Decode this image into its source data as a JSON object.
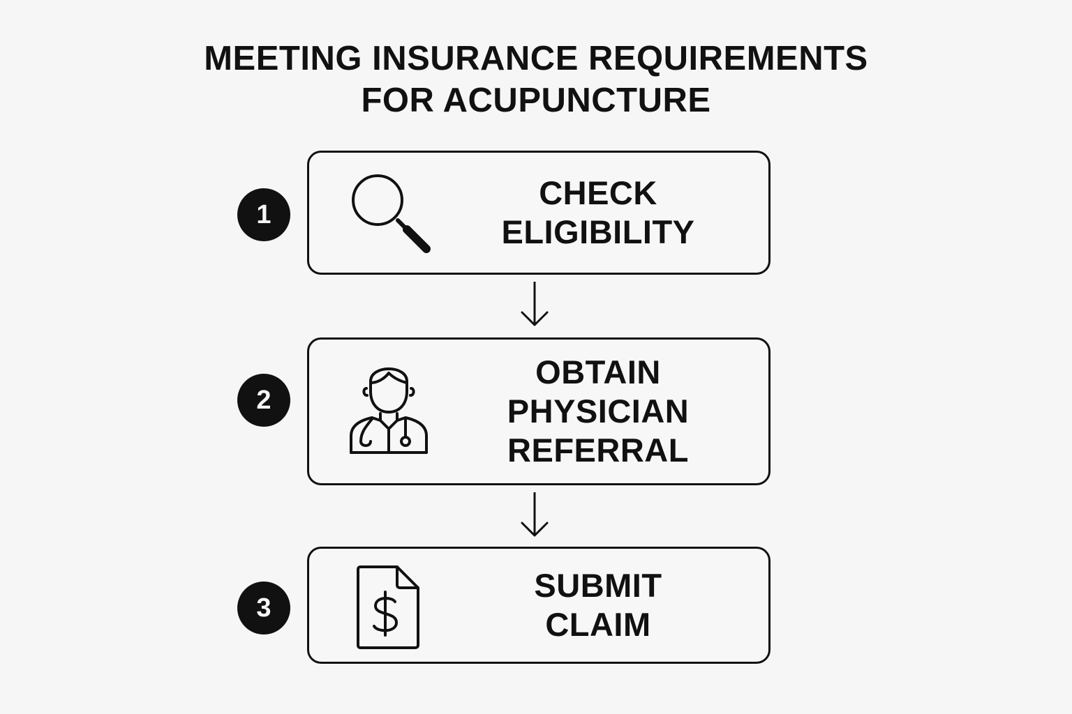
{
  "title": {
    "line1": "MEETING INSURANCE REQUIREMENTS",
    "line2": "FOR ACUPUNCTURE"
  },
  "steps": [
    {
      "number": "1",
      "icon": "magnifying-glass-icon",
      "label_lines": [
        "CHECK",
        "ELIGIBILITY"
      ]
    },
    {
      "number": "2",
      "icon": "physician-icon",
      "label_lines": [
        "OBTAIN",
        "PHYSICIAN",
        "REFERRAL"
      ]
    },
    {
      "number": "3",
      "icon": "dollar-document-icon",
      "label_lines": [
        "SUBMIT",
        "CLAIM"
      ]
    }
  ],
  "colors": {
    "background": "#f6f6f6",
    "ink": "#111111"
  }
}
